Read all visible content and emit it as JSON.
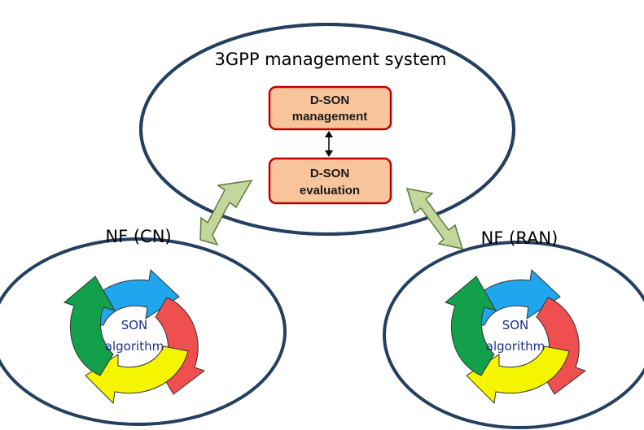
{
  "title": "3GPP management system",
  "management_box": {
    "line1": "D-SON",
    "line2": "management"
  },
  "evaluation_box": {
    "line1": "D-SON",
    "line2": "evaluation"
  },
  "left_nf": {
    "title": "NF (CN)",
    "line1": "SON",
    "line2": "algorithm"
  },
  "right_nf": {
    "title": "NF (RAN)",
    "line1": "SON",
    "line2": "algorithm"
  },
  "colors": {
    "ellipse_stroke": "#243f60",
    "box_fill": "#f8c49c",
    "box_stroke": "#c00000",
    "link_arrow_fill": "#c3d69b",
    "link_arrow_stroke": "#5e7b3a",
    "cycle_blue": "#1fa6ef",
    "cycle_red": "#f04f4f",
    "cycle_yellow": "#f5f500",
    "cycle_green": "#12a04a"
  }
}
